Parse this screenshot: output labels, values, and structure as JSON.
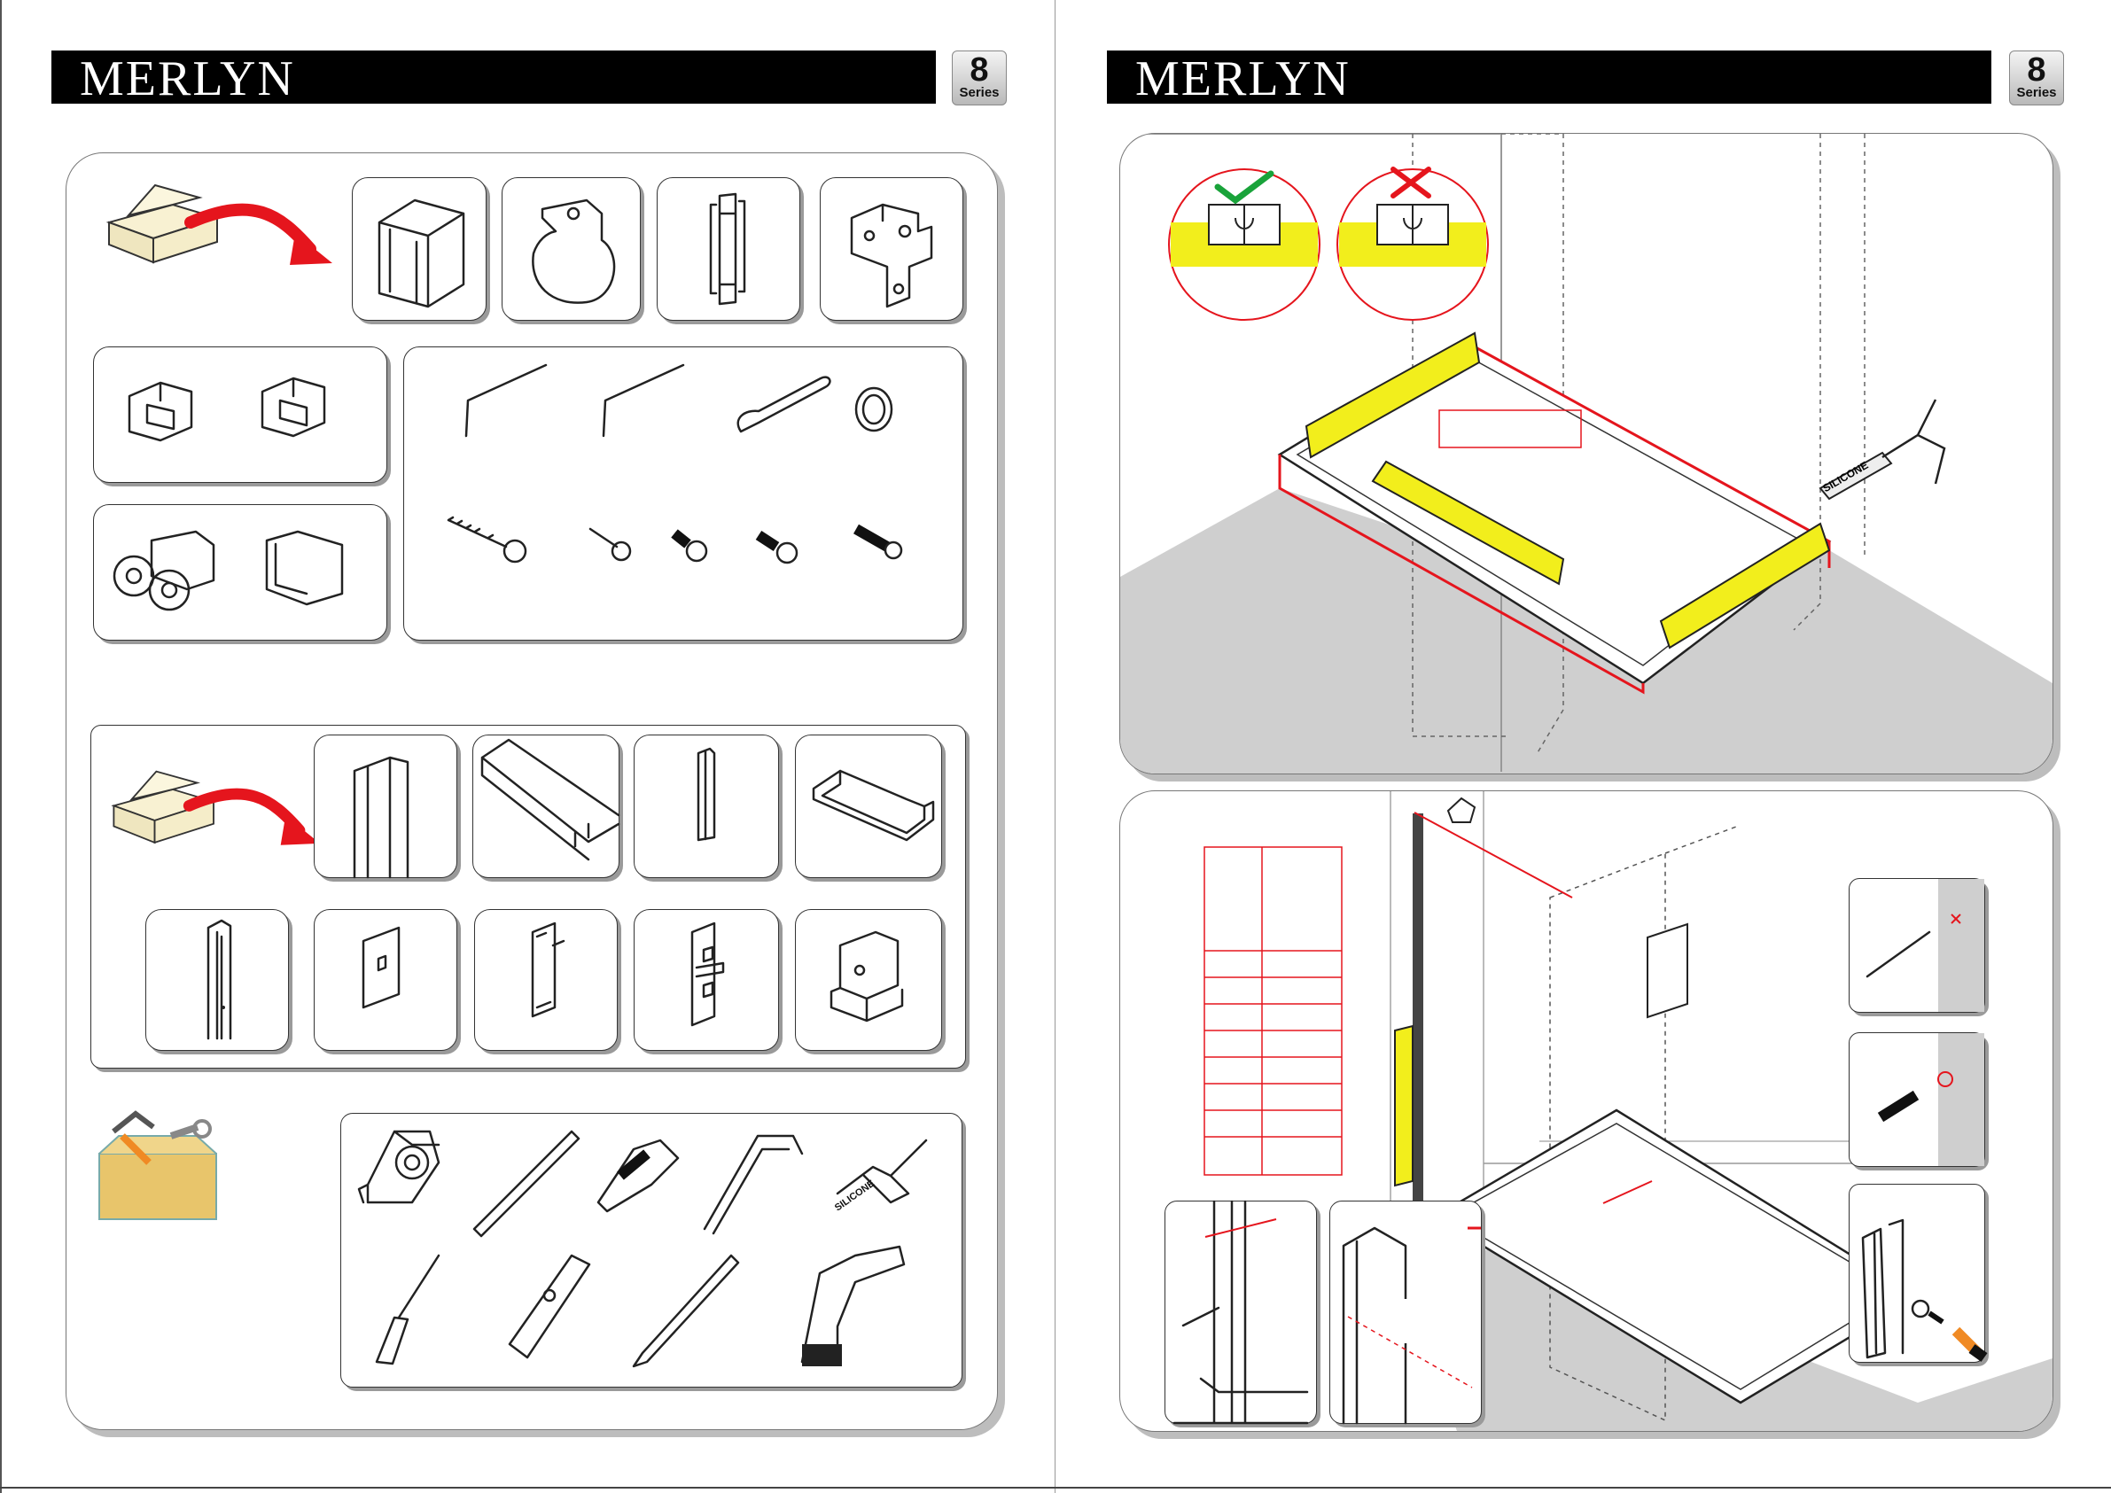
{
  "left_page": {
    "brand": "MERLYN",
    "series_badge": {
      "number": "8",
      "label": "Series"
    }
  },
  "right_page": {
    "brand": "MERLYN",
    "series_badge": {
      "number": "8",
      "label": "Series"
    },
    "level_check": {
      "correct_icon": "check-mark-icon",
      "incorrect_icon": "cross-mark-icon"
    },
    "sealant_label": "SILICONE"
  },
  "tools_panel": {
    "sealant_label": "SILICONE"
  },
  "colors": {
    "accent_red": "#e5151d",
    "level_yellow": "#f2ee1c",
    "floor_grey": "#cfcfcf",
    "check_green": "#19a33a"
  }
}
